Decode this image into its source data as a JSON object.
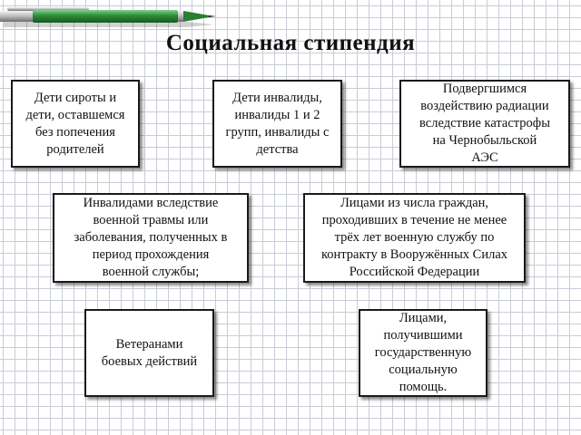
{
  "title": "Социальная стипендия",
  "boxes": [
    {
      "text": "Дети сироты и\nдети, оставшемся\nбез попечения\nродителей"
    },
    {
      "text": "Дети инвалиды,\nинвалиды 1 и 2\nгрупп, инвалиды с\nдетства"
    },
    {
      "text": "Подвергшимся\nвоздействию радиации\nвследствие катастрофы\nна   Чернобыльской\nАЭС"
    },
    {
      "text": "Инвалидами вследствие\nвоенной травмы или\nзаболевания, полученных в\nпериод прохождения\nвоенной службы;"
    },
    {
      "text": "Лицами из числа граждан,\nпроходивших в течение не менее\nтрёх лет военную службу по\nконтракту в Вооружённых Силах\nРоссийской Федерации"
    },
    {
      "text": "Ветеранами\nбоевых действий"
    },
    {
      "text": "Лицами,\nполучившими\nгосударственную\nсоциальную\nпомощь."
    }
  ],
  "icons": {
    "pen": "pen-icon"
  },
  "colors": {
    "pen_body": "#2e8b3a",
    "grid": "#c9ccd6",
    "border": "#1a1a1a"
  }
}
